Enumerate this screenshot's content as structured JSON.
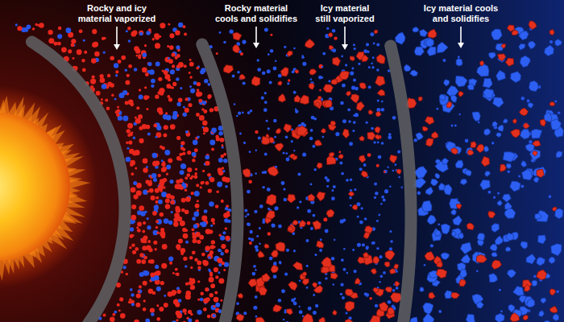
{
  "diagram": {
    "labels": [
      "Rocky and icy material vaporized",
      "Rocky material cools and solidifies",
      "Icy material still vaporized",
      "Icy material cools and solidifies"
    ]
  }
}
